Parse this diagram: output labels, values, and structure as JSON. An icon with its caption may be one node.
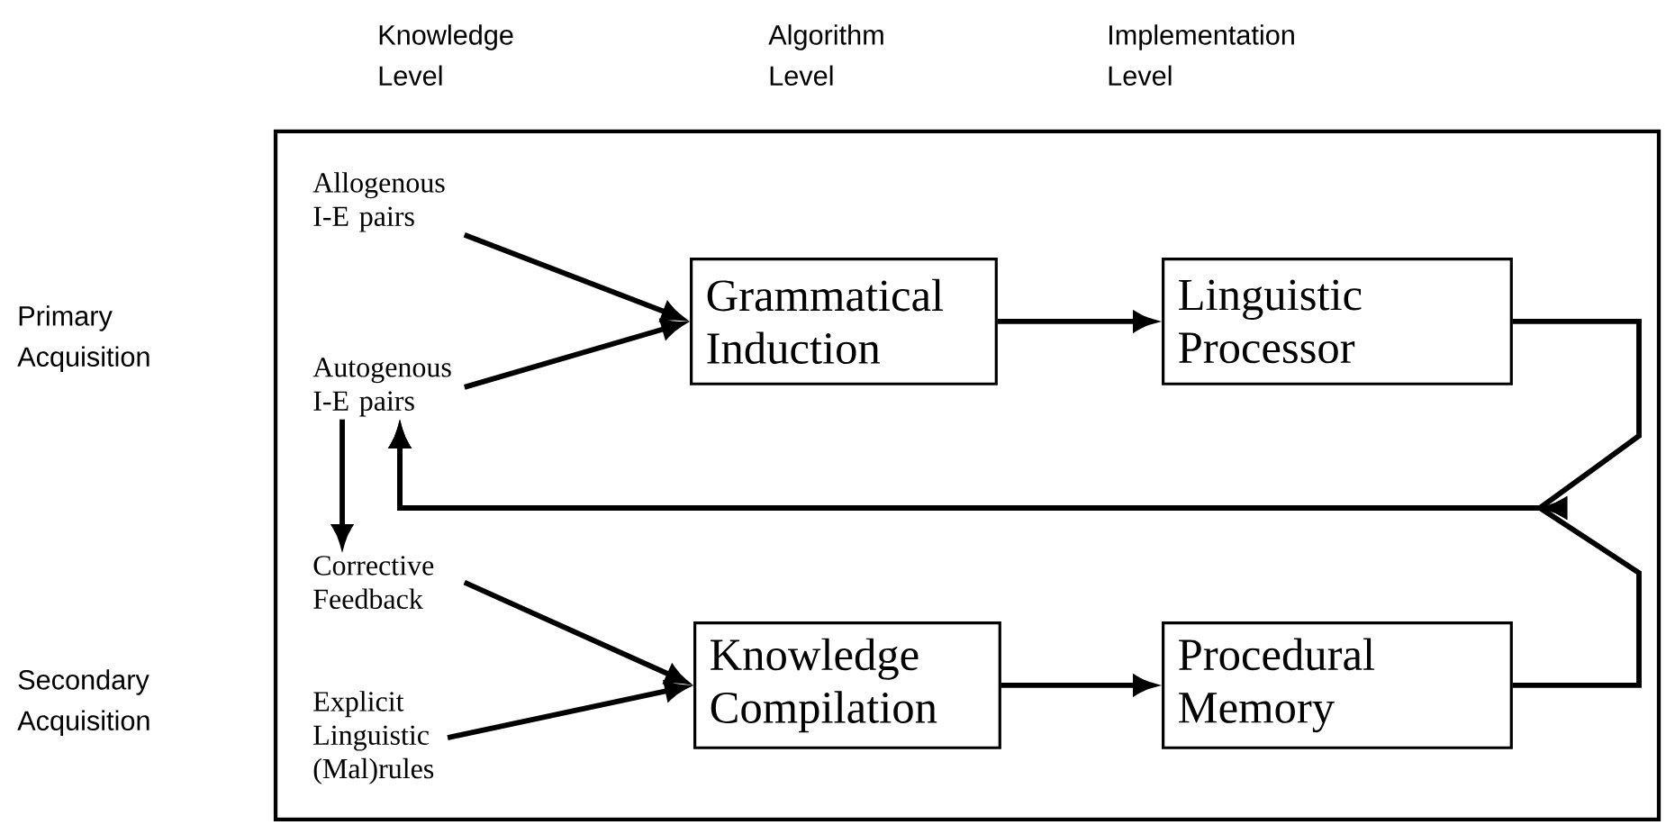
{
  "diagram": {
    "nodes": [
      {
        "text": [
          "Allogenous I-E pairs"
        ]
      },
      {
        "text": [
          "Autogenous I-E pairs"
        ]
      },
      {
        "text": [
          "Corrective Feedback"
        ]
      },
      {
        "text": [
          "Explicit Linguistic (Mal)rules"
        ]
      },
      {
        "text": [
          "Grammatical Induction"
        ]
      },
      {
        "text": [
          "Linguistic Processor"
        ]
      },
      {
        "text": [
          "Knowledge Compilation"
        ]
      },
      {
        "text": [
          "Procedural Memory"
        ]
      }
    ],
    "edges": [
      {
        "from": 0,
        "to": 4,
        "arrow": "to"
      },
      {
        "from": 1,
        "to": 4,
        "arrow": "to"
      },
      {
        "from": 4,
        "to": 5,
        "arrow": "to"
      },
      {
        "from": 2,
        "to": 6,
        "arrow": "to"
      },
      {
        "from": 3,
        "to": 6,
        "arrow": "to"
      },
      {
        "from": 6,
        "to": 7,
        "arrow": "to"
      },
      {
        "from": 1,
        "to": 2,
        "arrow": "to"
      },
      {
        "from": 5,
        "to": 1,
        "arrow": "to"
      },
      {
        "from": 7,
        "to": 1,
        "arrow": "to"
      }
    ],
    "labels": [
      "Knowledge Level",
      "Algorithm Level",
      "Implementation Level",
      "Primary Acquisition",
      "Secondary Acquisition"
    ]
  }
}
